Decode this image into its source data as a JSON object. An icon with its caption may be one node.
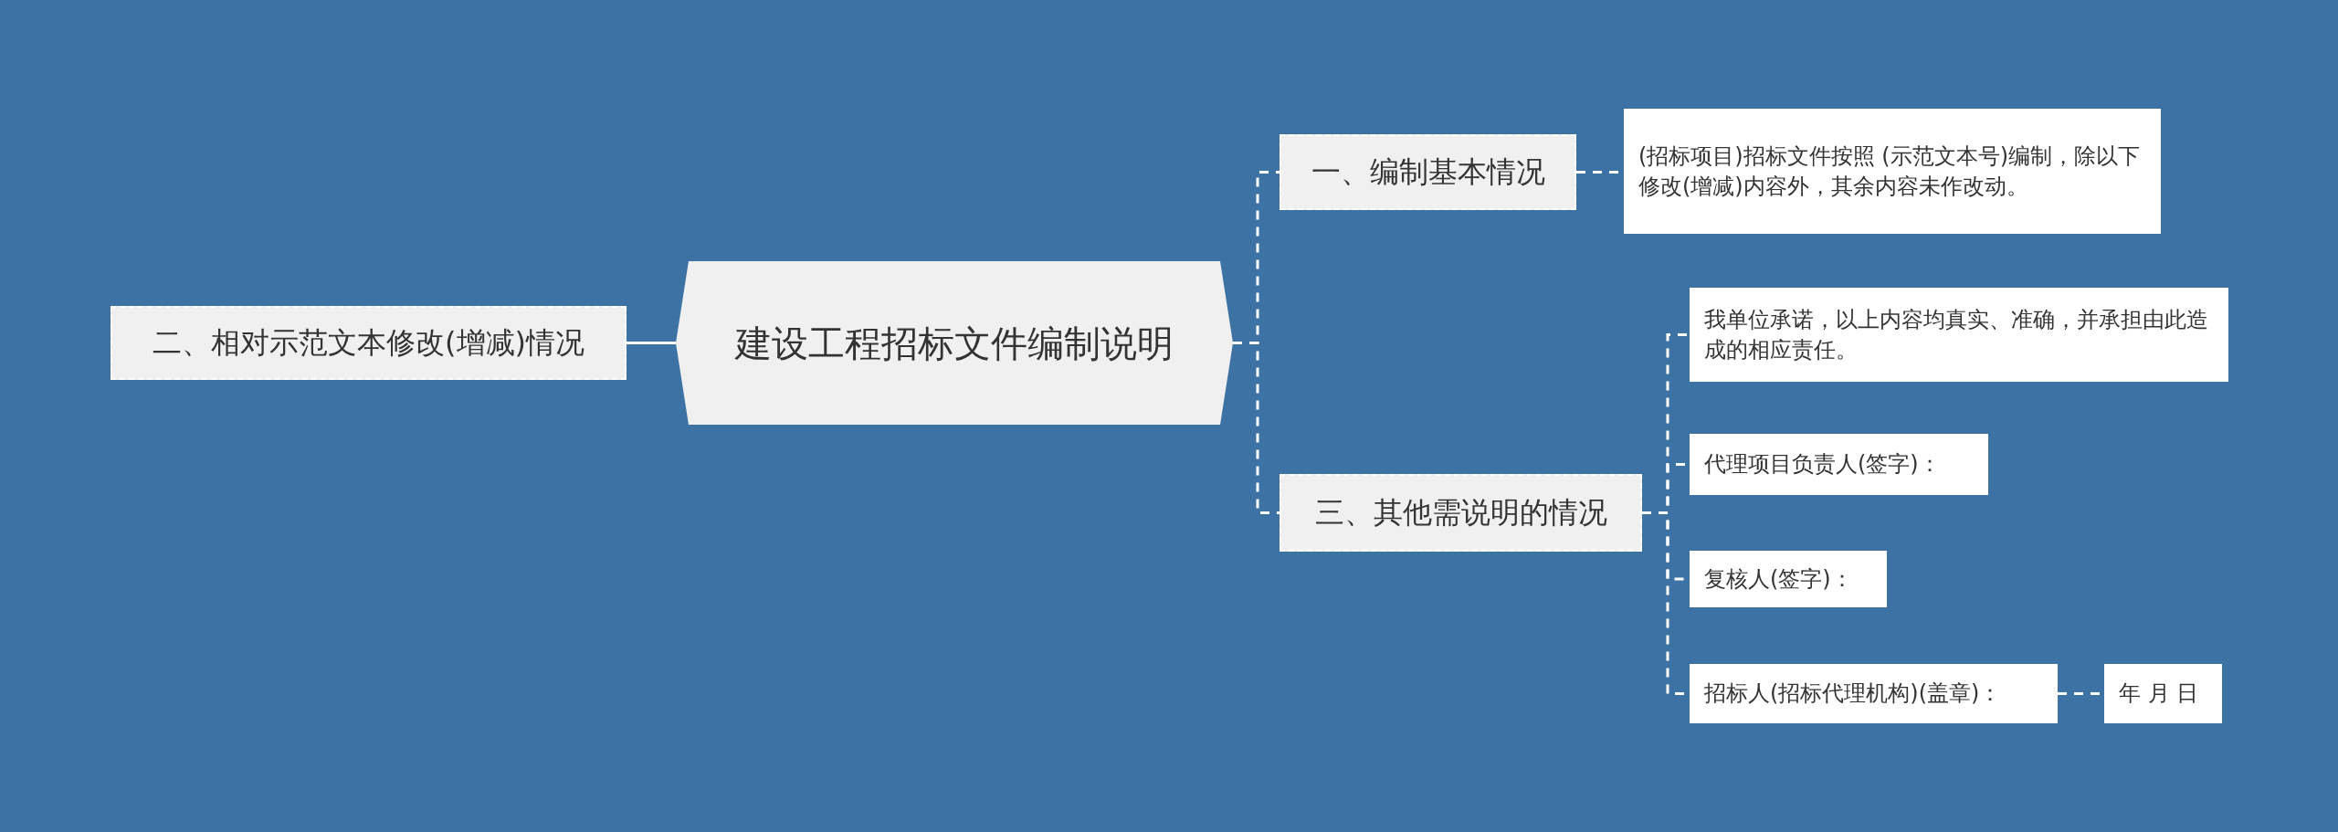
{
  "diagram": {
    "nodes": [
      {
        "text": [
          "建设工程招标文件编制说明"
        ]
      },
      {
        "text": [
          "二、相对示范文本修改(增减)情况"
        ]
      },
      {
        "text": [
          "一、编制基本情况"
        ]
      },
      {
        "text": [
          "三、其他需说明的情况"
        ]
      },
      {
        "text": [
          "(招标项目)招标文件按照 (示范文本号)编制，除以下修改(增减)内容外，其余内容未作改动。"
        ]
      },
      {
        "text": [
          "我单位承诺，以上内容均真实、准确，并承担由此造成的相应责任。"
        ]
      },
      {
        "text": [
          "代理项目负责人(签字)："
        ]
      },
      {
        "text": [
          "复核人(签字)："
        ]
      },
      {
        "text": [
          "招标人(招标代理机构)(盖章)："
        ]
      },
      {
        "text": [
          "年 月 日"
        ]
      }
    ],
    "edges": [
      {
        "from": 0,
        "to": 1,
        "arrow": "none"
      },
      {
        "from": 0,
        "to": 2,
        "arrow": "none",
        "style": "dashed"
      },
      {
        "from": 0,
        "to": 3,
        "arrow": "none",
        "style": "dashed"
      },
      {
        "from": 2,
        "to": 4,
        "arrow": "none",
        "style": "dashed"
      },
      {
        "from": 3,
        "to": 5,
        "arrow": "none",
        "style": "dashed"
      },
      {
        "from": 3,
        "to": 6,
        "arrow": "none",
        "style": "dashed"
      },
      {
        "from": 3,
        "to": 7,
        "arrow": "none",
        "style": "dashed"
      },
      {
        "from": 3,
        "to": 8,
        "arrow": "none",
        "style": "dashed"
      },
      {
        "from": 8,
        "to": 9,
        "arrow": "none",
        "style": "dashed"
      }
    ]
  }
}
